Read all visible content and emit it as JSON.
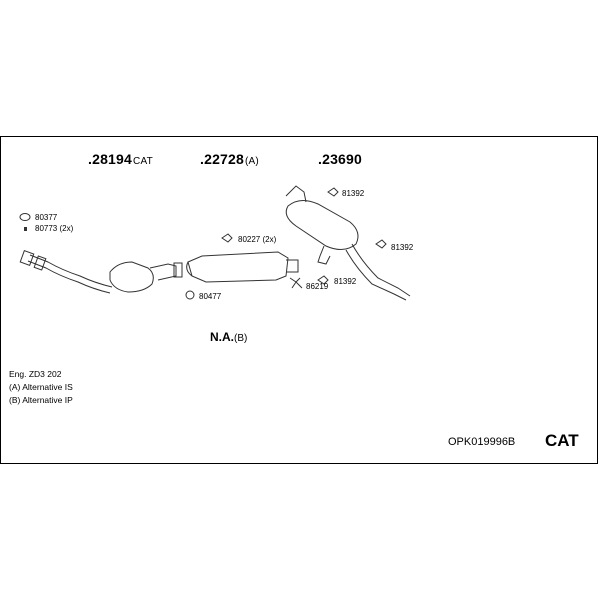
{
  "groups": [
    {
      "number": ".28194",
      "suffix": "CAT"
    },
    {
      "number": ".22728",
      "suffix": "(A)"
    },
    {
      "number": ".23690",
      "suffix": ""
    }
  ],
  "parts": {
    "p80377": "80377",
    "p80773": "80773 (2x)",
    "p80227": "80227 (2x)",
    "p80477": "80477",
    "p81392_top": "81392",
    "p81392_mid": "81392",
    "p81392_low": "81392",
    "p86219": "86219"
  },
  "na": {
    "text": "N.A.",
    "suffix": "(B)"
  },
  "notes": [
    "Eng. ZD3 202",
    "(A) Alternative IS",
    "(B) Alternative IP"
  ],
  "kit_code": "OPK019996B",
  "kit_type": "CAT"
}
